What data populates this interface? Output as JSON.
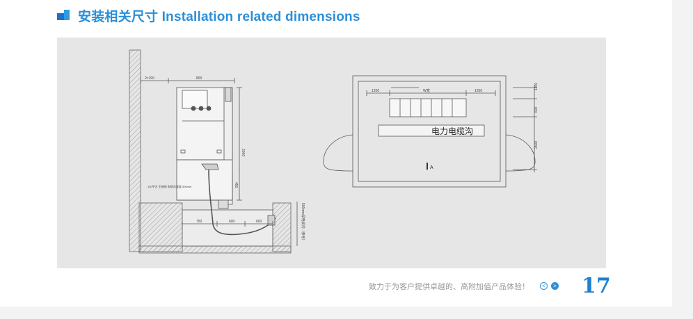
{
  "heading": {
    "icon": "two-blue-squares-icon",
    "title": "安装相关尺寸 Installation related dimensions"
  },
  "drawing": {
    "side_view": {
      "dim_top_left": "2×200",
      "dim_top_right": "800",
      "dim_right_1": "2000",
      "dim_right_2": "450",
      "dim_bottom_1": "750",
      "dim_bottom_2": "600",
      "dim_bottom_3": "600",
      "cable_label": "100平方 主接地 电缆沟深度 500mm",
      "vertical_note": "500mm深电缆沟（参考）"
    },
    "plan_view": {
      "dim_top_left": "1200",
      "dim_top_mid": "W宽",
      "dim_top_right": "1200",
      "dim_right_top": "1200",
      "dim_right_mid": "600",
      "dim_right_bottom": "2500",
      "channel_label": "电力电缆沟",
      "marker_label": "A"
    }
  },
  "footer": {
    "slogan": "致力于为客户提供卓越的、高附加值产品体验！",
    "prev_icon": "chevron-left-icon",
    "prev_glyph": "<",
    "next_icon": "chevron-right-icon",
    "next_glyph": ">",
    "page_number": "17"
  },
  "colors": {
    "accent": "#2a8fd9",
    "figure_bg": "#e6e6e6",
    "line": "#555555"
  }
}
